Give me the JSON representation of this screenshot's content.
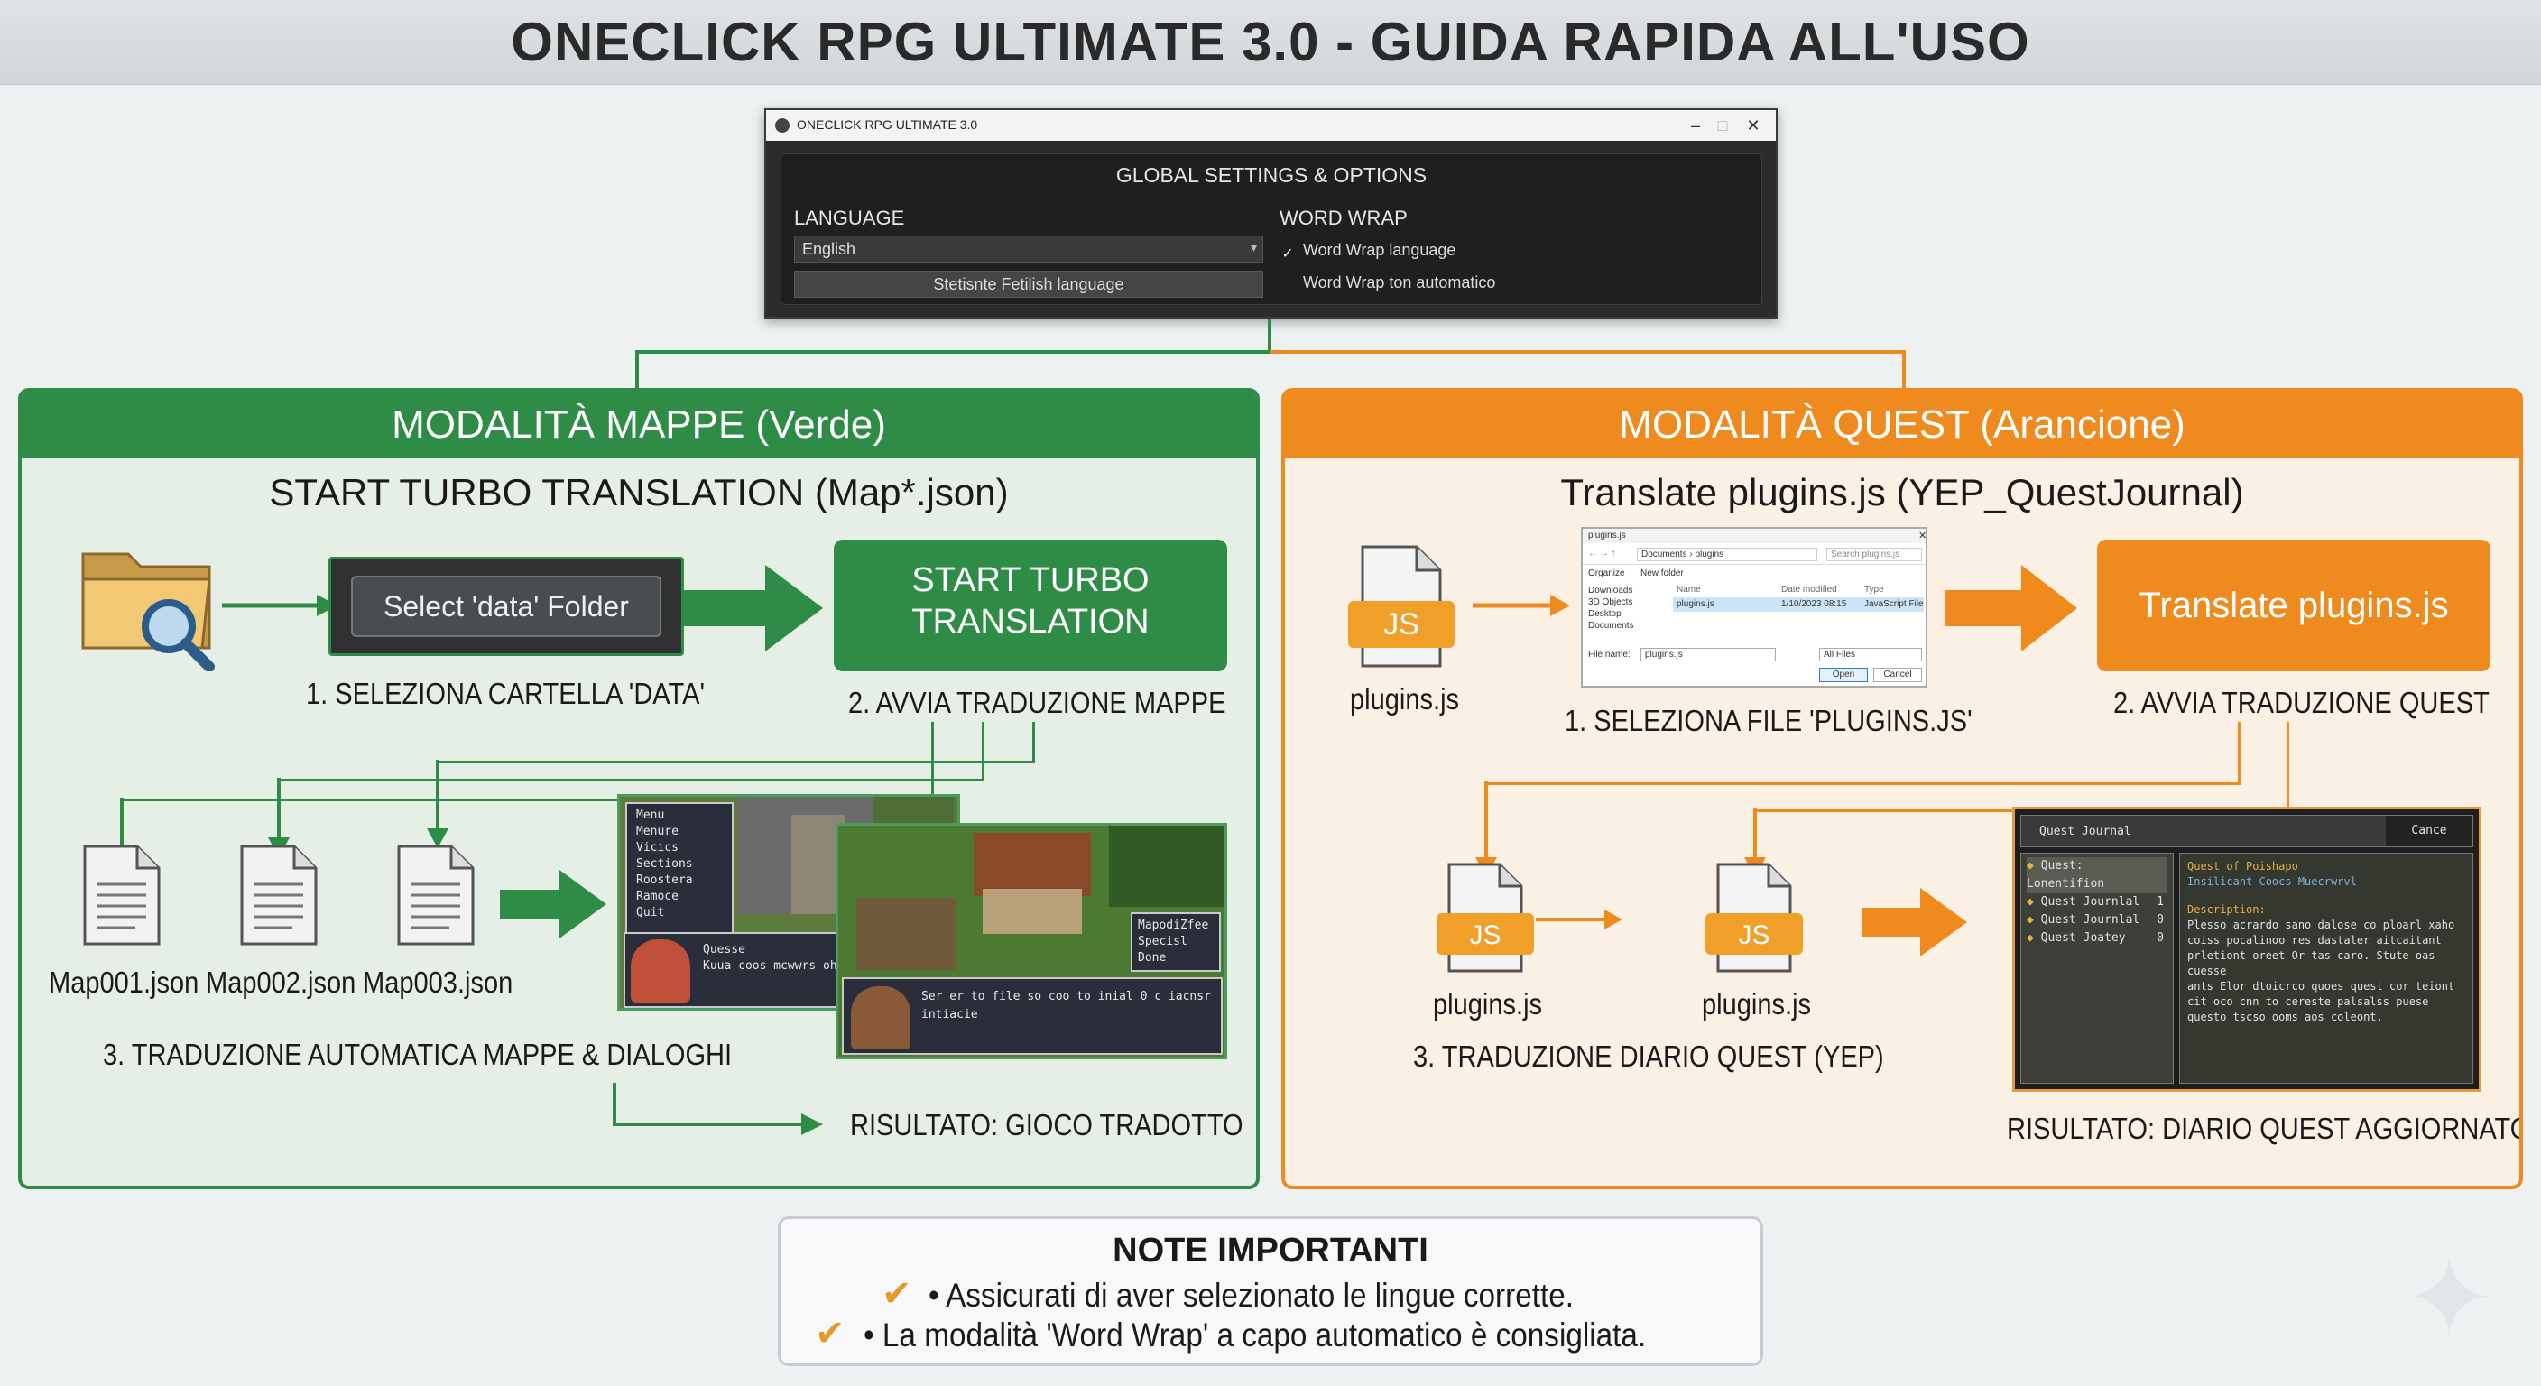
{
  "header": {
    "title": "ONECLICK RPG ULTIMATE 3.0 - GUIDA RAPIDA ALL'USO"
  },
  "settings_window": {
    "title": "ONECLICK RPG ULTIMATE 3.0",
    "heading": "GLOBAL SETTINGS & OPTIONS",
    "language_label": "LANGUAGE",
    "language_value": "English",
    "language_button": "Stetisnte Fetilish language",
    "word_wrap_label": "WORD WRAP",
    "word_wrap_option1": "Word Wrap language",
    "word_wrap_option2": "Word Wrap ton automatico",
    "option1_checked": true,
    "option2_checked": false
  },
  "green_panel": {
    "title": "MODALITÀ MAPPE (Verde)",
    "subtitle": "START TURBO TRANSLATION (Map*.json)",
    "select_folder_button": "Select 'data' Folder",
    "step1": "1. SELEZIONA CARTELLA 'DATA'",
    "start_button_line1": "START TURBO",
    "start_button_line2": "TRANSLATION",
    "step2": "2. AVVIA TRADUZIONE MAPPE",
    "files": [
      "Map001.json",
      "Map002.json",
      "Map003.json"
    ],
    "step3": "3. TRADUZIONE AUTOMATICA MAPPE & DIALOGHI",
    "result": "RISULTATO: GIOCO TRADOTTO",
    "game_menu": [
      "Menu",
      "Menure",
      "Vicics",
      "Sections",
      "Roostera",
      "Ramoce",
      "Quit"
    ],
    "game_dialog_1": "Quesse",
    "game_dialog_1b": "Kuua coos mcwwrs ohsur",
    "game_side_menu": [
      "MapodiZfee",
      "Specisl",
      "Done"
    ],
    "game_dialog_2": "Ser er to file so coo to inial 0 c iacnsr",
    "game_dialog_2b": "intiacie"
  },
  "orange_panel": {
    "title": "MODALITÀ QUEST (Arancione)",
    "subtitle": "Translate plugins.js (YEP_QuestJournal)",
    "js_badge": "JS",
    "plugins_label": "plugins.js",
    "step1": "1. SELEZIONA FILE 'PLUGINS.JS'",
    "translate_button": "Translate plugins.js",
    "step2": "2. AVVIA TRADUZIONE QUEST",
    "step3": "3. TRADUZIONE DIARIO QUEST (YEP)",
    "result": "RISULTATO: DIARIO QUEST AGGIORNATO",
    "file_dialog": {
      "title": "plugins.js",
      "path": "Documents › plugins",
      "search": "Search plugins.js",
      "organize": "Organize",
      "new_folder": "New folder",
      "sidebar": [
        "Downloads",
        "3D Objects",
        "Desktop",
        "Documents"
      ],
      "col_name": "Name",
      "col_date": "Date modified",
      "col_type": "Type",
      "row_name": "plugins.js",
      "row_date": "1/10/2023 08:15",
      "row_type": "JavaScript File",
      "file_name_label": "File name:",
      "file_name_value": "plugins.js",
      "filter": "All Files",
      "open": "Open",
      "cancel": "Cancel"
    },
    "journal": {
      "title": "Quest Journal",
      "cancel": "Cance",
      "items": [
        "Quest: Lonentifion",
        "Quest Journlal",
        "Quest Journlal",
        "Quest Joatey"
      ],
      "counts": [
        "",
        "1",
        "0",
        "0"
      ],
      "quest_title": "Quest of Poishapo",
      "quest_sub": "Insilicant Coocs Muecrwrvl",
      "desc_label": "Description:",
      "desc_lines": [
        "Plesso acrardo sano dalose co ploarl xaho",
        "coiss pocalinoo res dastaler aitcaitant",
        "prletiont oreet Or tas caro. Stute oas cuesse",
        "ants Elor dtoicrco quoes quest cor teiont",
        "cit oco cnn to cereste palsalss puese",
        "questo tscso ooms aos coleont."
      ]
    }
  },
  "notes": {
    "title": "NOTE IMPORTANTI",
    "line1": "• Assicurati di aver selezionato le lingue corrette.",
    "line2": "• La modalità 'Word Wrap' a capo automatico è consigliata."
  },
  "colors": {
    "green": "#2f8c46",
    "orange": "#ef8a1e"
  }
}
